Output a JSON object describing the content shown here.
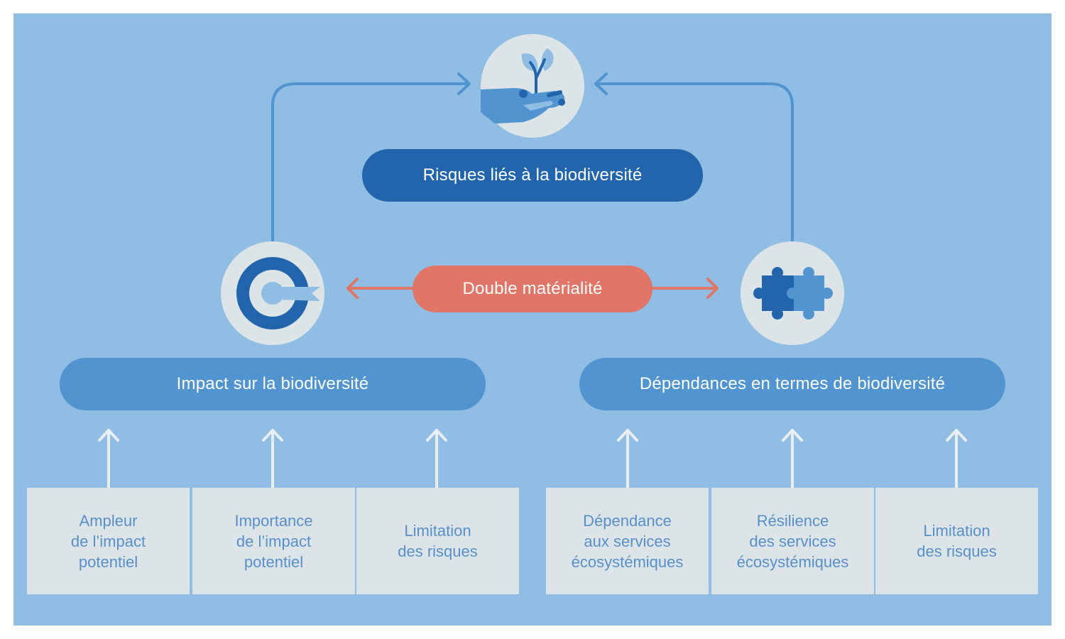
{
  "colors": {
    "background_panel": "#8fbde3",
    "dark_blue": "#2265ad",
    "medium_blue": "#5294d0",
    "coral": "#e17567",
    "light_grey": "#dde4e8",
    "box_text": "#5790c9"
  },
  "top": {
    "icon": "hand-plant-icon",
    "label": "Risques liés à la biodiversité"
  },
  "center": {
    "label": "Double matérialité"
  },
  "left": {
    "icon": "target-flag-icon",
    "label": "Impact sur la biodiversité",
    "boxes": [
      {
        "label": "Ampleur\nde l’impact\npotentiel"
      },
      {
        "label": "Importance\nde l’impact\npotentiel"
      },
      {
        "label": "Limitation\ndes risques"
      }
    ]
  },
  "right": {
    "icon": "puzzle-icon",
    "label": "Dépendances en termes de biodiversité",
    "boxes": [
      {
        "label": "Dépendance\naux services\nécosystémiques"
      },
      {
        "label": "Résilience\ndes services\nécosystémiques"
      },
      {
        "label": "Limitation\ndes risques"
      }
    ]
  }
}
